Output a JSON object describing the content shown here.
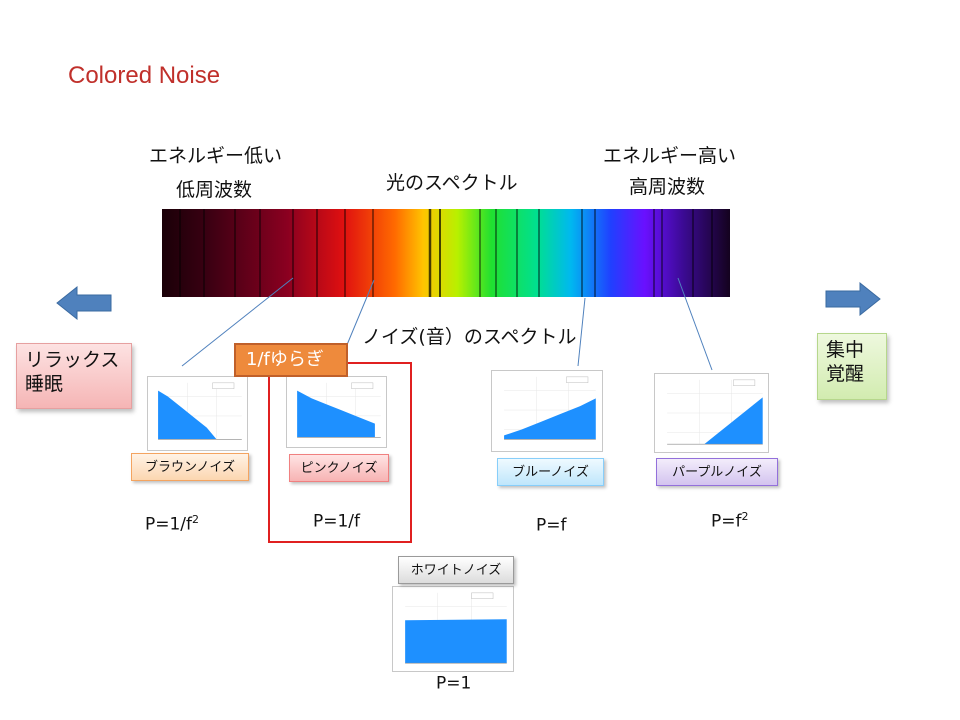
{
  "title": "Colored Noise",
  "spectrum": {
    "left_top": "エネルギー低い",
    "left_bottom": "低周波数",
    "center": "光のスペクトル",
    "right_top": "エネルギー高い",
    "right_bottom": "高周波数"
  },
  "noise_spectrum_label": "ノイズ(音）のスペクトル",
  "left_box": {
    "line1": "リラックス",
    "line2": "睡眠"
  },
  "right_box": {
    "line1": "集中",
    "line2": "覚醒"
  },
  "highlight_label": "1/fゆらぎ",
  "noises": [
    {
      "name": "ブラウンノイズ",
      "formula": "P=1/f",
      "exp": "2",
      "slope": "down-steep",
      "color": "#f4a460"
    },
    {
      "name": "ピンクノイズ",
      "formula": "P=1/f",
      "exp": "",
      "slope": "down",
      "color": "#f08080"
    },
    {
      "name": "ブルーノイズ",
      "formula": "P=f",
      "exp": "",
      "slope": "up",
      "color": "#87cefa"
    },
    {
      "name": "パープルノイズ",
      "formula": "P=f",
      "exp": "2",
      "slope": "up-steep",
      "color": "#9370db"
    },
    {
      "name": "ホワイトノイズ",
      "formula": "P=1",
      "exp": "",
      "slope": "flat",
      "color": "#c8c8c8"
    }
  ],
  "colors": {
    "title": "#c0302b",
    "arrow": "#4f81bd",
    "plot_fill": "#1e90ff",
    "highlight": "#ee8a3c",
    "highlight_border": "#e02020"
  }
}
